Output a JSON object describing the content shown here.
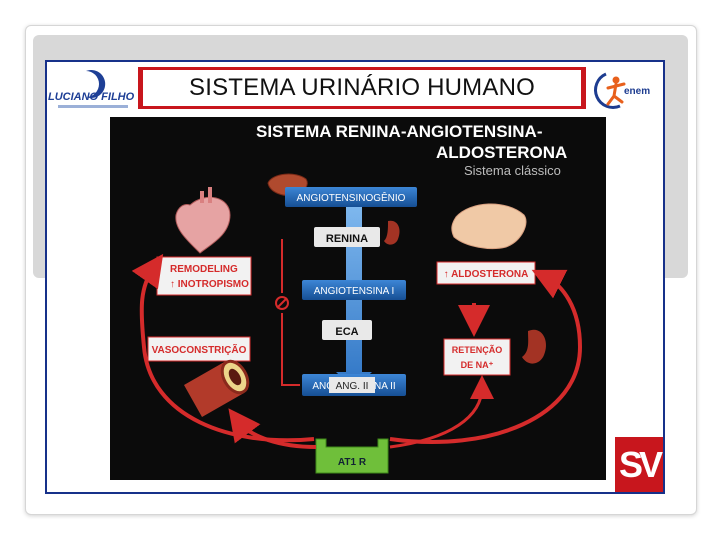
{
  "slide": {
    "title": "SISTEMA URINÁRIO HUMANO",
    "left_logo_text": "LUCIANO FILHO",
    "right_logo_text": "enem",
    "bottom_logo_text": "SV"
  },
  "diagram": {
    "title_line1": "SISTEMA RENINA-ANGIOTENSINA-",
    "title_line2": "ALDOSTERONA",
    "subtitle": "Sistema clássico",
    "boxes": {
      "angiotensinogen": "ANGIOTENSINOGÊNIO",
      "renin": "RENINA",
      "ang1": "ANGIOTENSINA I",
      "eca": "ECA",
      "ang2": "ANGIOTENSINA II",
      "ang2_overlay": "ANG. II",
      "receptor": "AT1 R",
      "remodeling_line1": "REMODELING",
      "remodeling_line2": "↑ INOTROPISMO",
      "vasoconstriction": "VASOCONSTRIÇÃO",
      "aldosterone": "↑ ALDOSTERONA",
      "retention_line1": "RETENÇÃO",
      "retention_line2": "DE NA⁺"
    },
    "icons": [
      "heart-icon",
      "liver-icon",
      "kidney-icon",
      "blood-vessel-icon",
      "adrenal-gland-icon",
      "inhibit-icon"
    ],
    "colors": {
      "background": "#0b0b0b",
      "blue_box": "#1f5fa8",
      "red_arrow": "#d52b2b",
      "green_receptor": "#6fbf3a",
      "title_red": "#c8161d",
      "frame_blue": "#17318a"
    }
  }
}
